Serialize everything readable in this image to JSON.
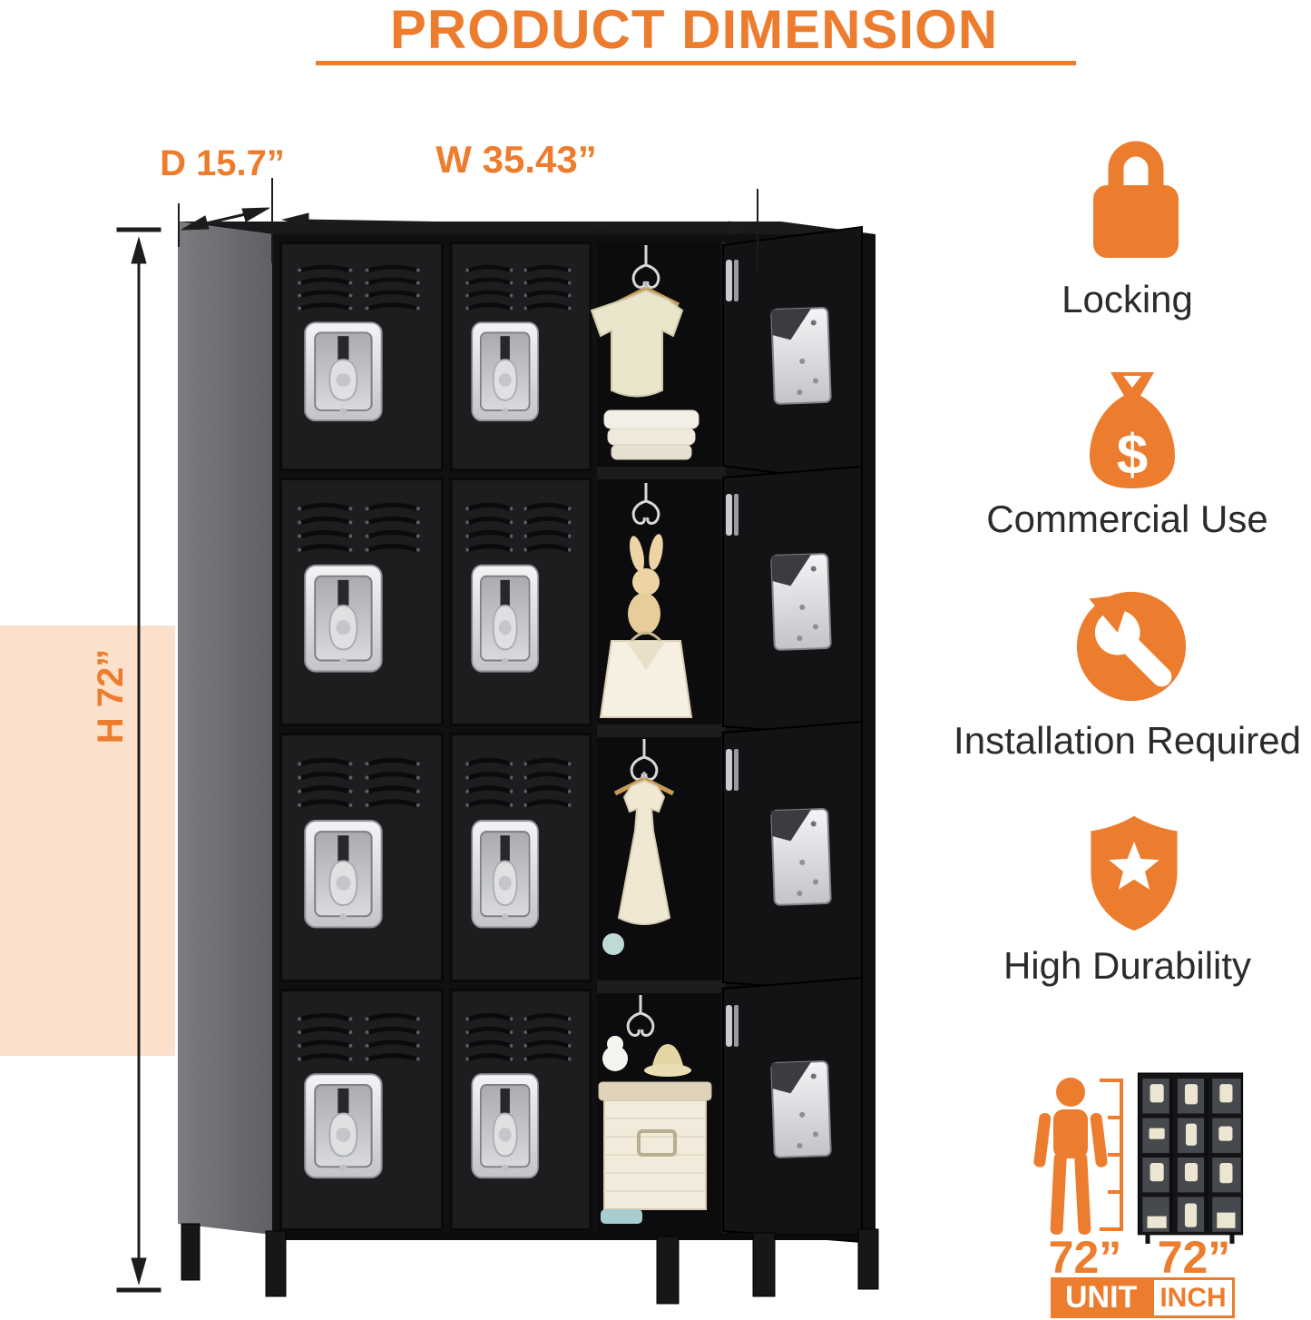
{
  "title": "PRODUCT DIMENSION",
  "dimensions": {
    "depth": "D 15.7”",
    "width": "W 35.43”",
    "height": "H 72”"
  },
  "features": [
    {
      "icon": "lock-icon",
      "label": "Locking"
    },
    {
      "icon": "money-bag-icon",
      "label": "Commercial Use",
      "icon_glyph": "$"
    },
    {
      "icon": "wrench-icon",
      "label": "Installation Required"
    },
    {
      "icon": "shield-star-icon",
      "label": "High Durability"
    }
  ],
  "scale_comparison": {
    "person_height": "72”",
    "locker_height": "72”",
    "unit_label": "UNIT",
    "unit_value": "INCH"
  },
  "colors": {
    "accent": "#ED7D2E",
    "accent_soft": "#FBE1CC",
    "locker_black": "#1D1D20",
    "locker_side_gray": "#6E7174"
  }
}
